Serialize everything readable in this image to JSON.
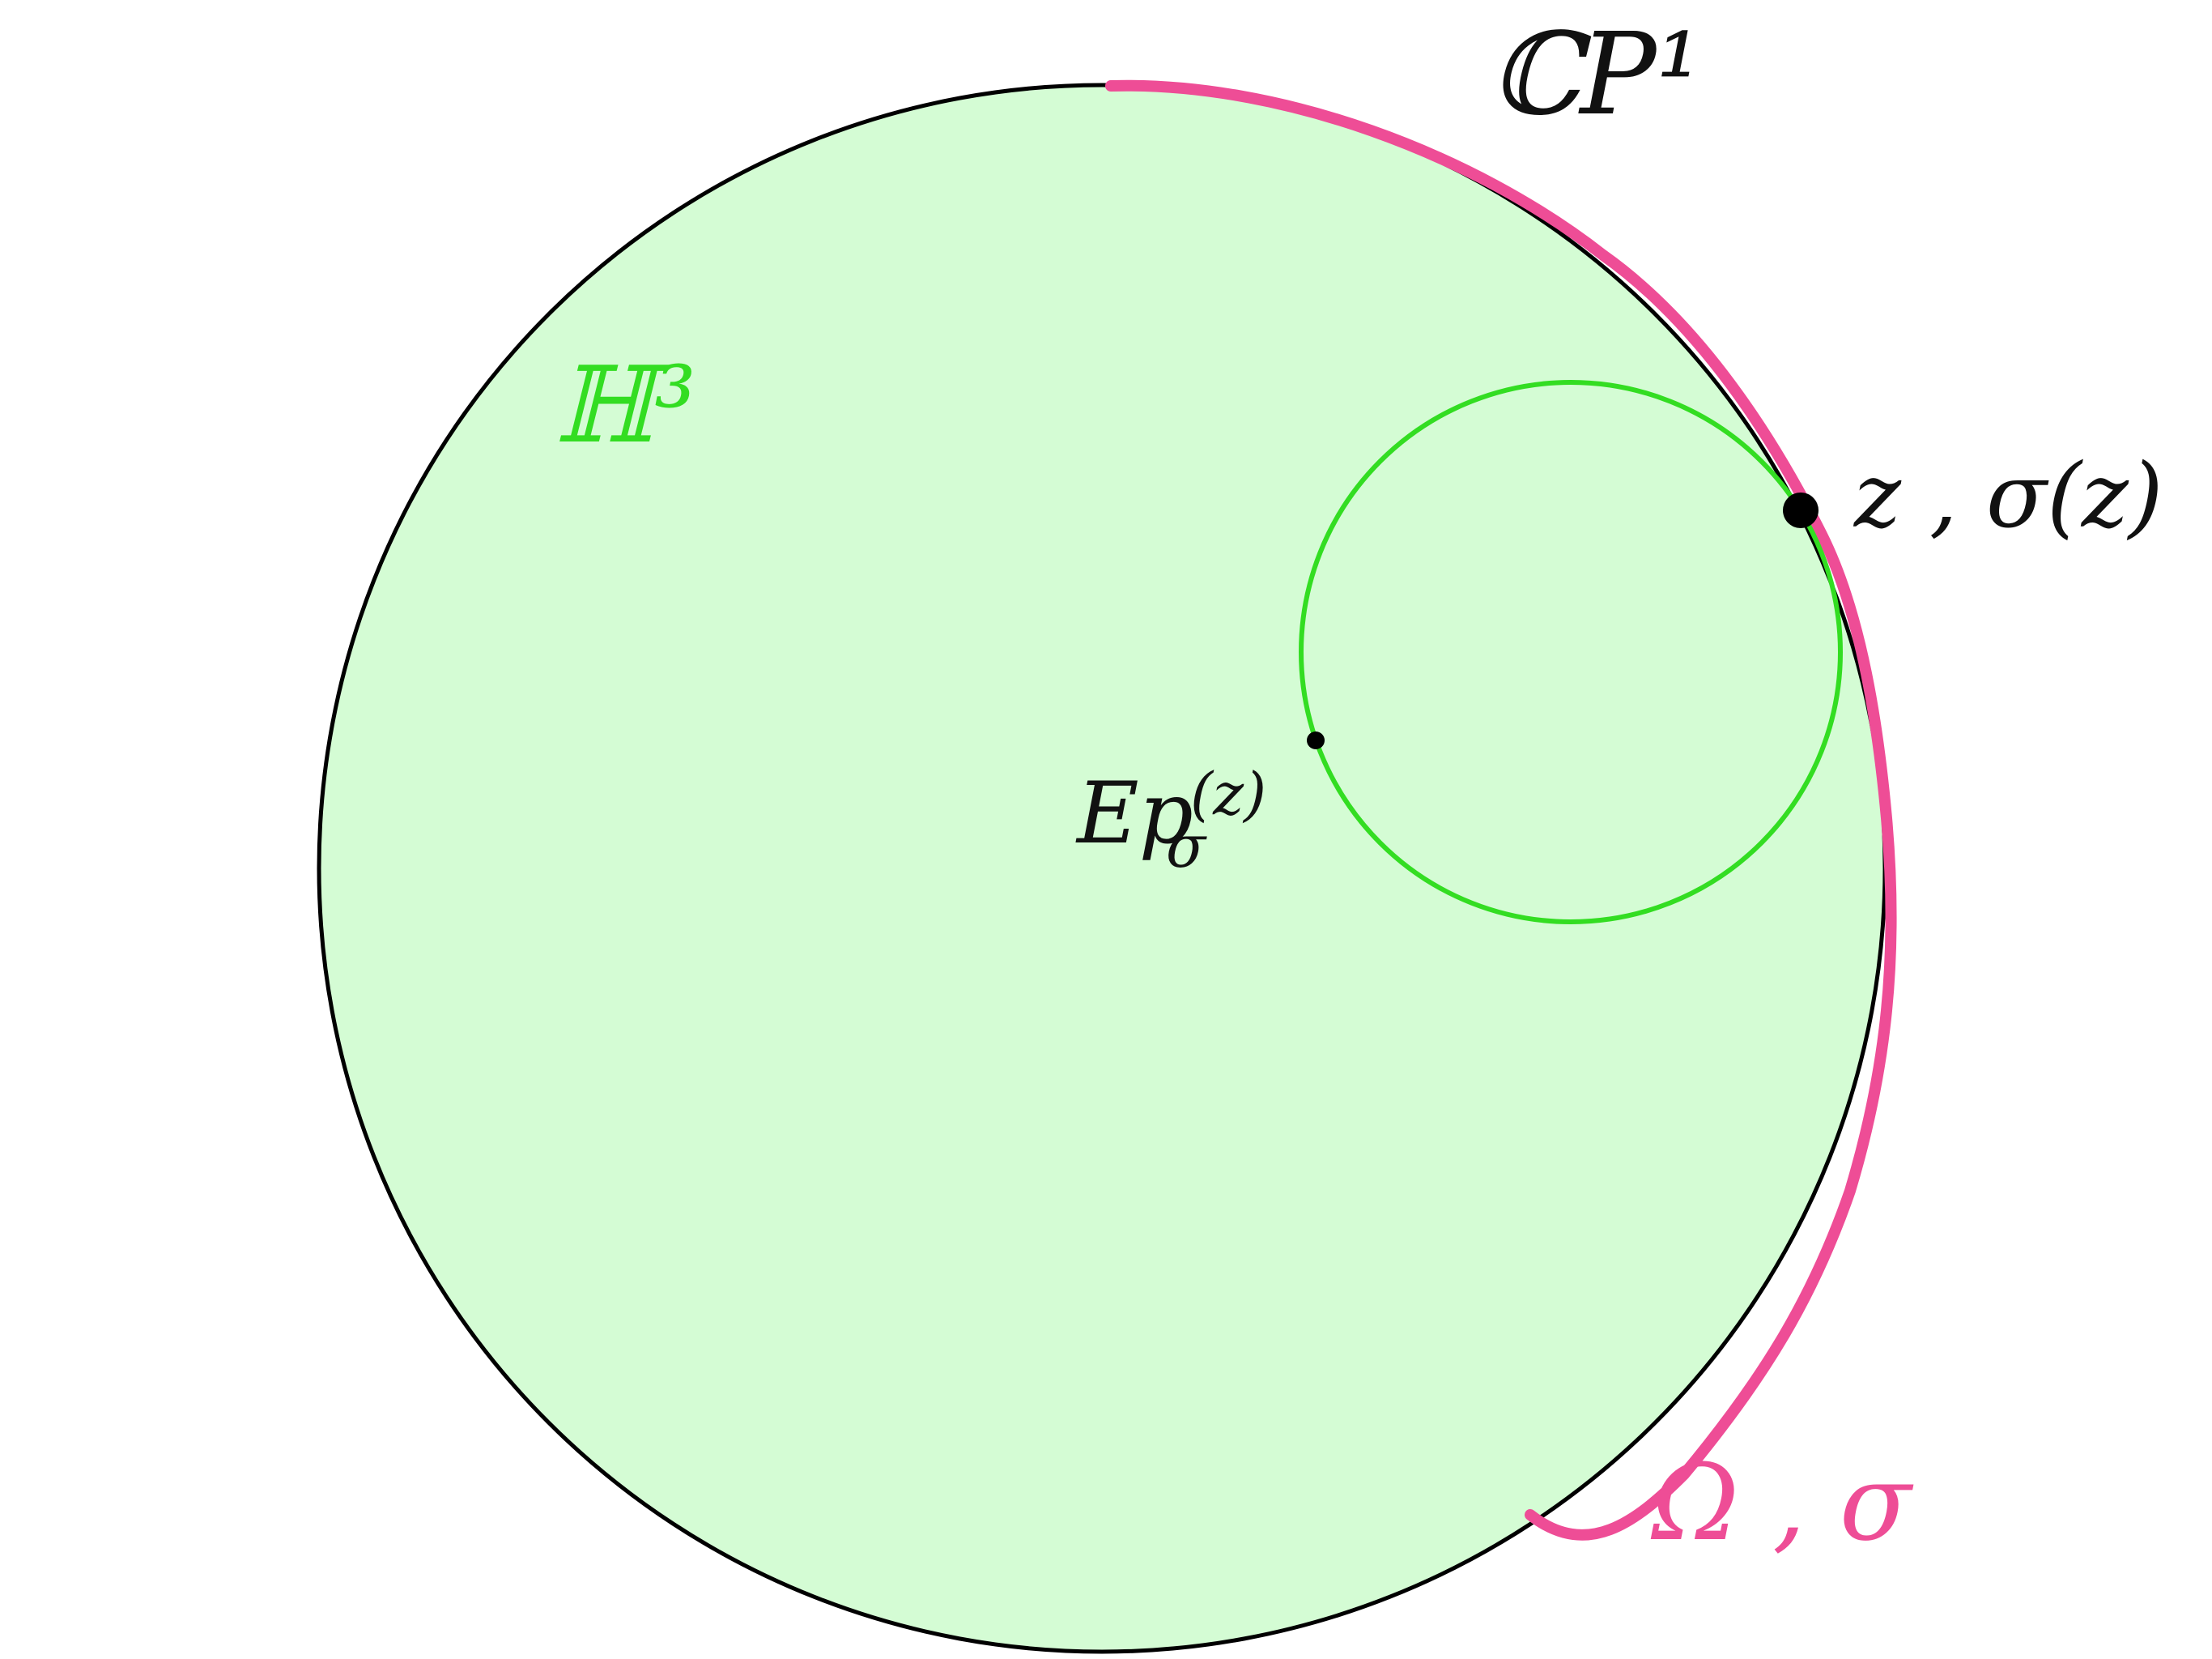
{
  "labels": {
    "outer_boundary": "ℂP¹",
    "hyperbolic_space": "ℍ³",
    "point": "z , σ(z)",
    "epstein_point": "Ep",
    "epstein_point_sub": "σ",
    "epstein_point_sup": "(z)",
    "domain": "Ω , σ"
  },
  "colors": {
    "background": "#ffffff",
    "ball_fill": "#d4fcd4",
    "ball_outline": "#000000",
    "horosphere": "#33dd22",
    "domain_arc": "#ee4d96",
    "label_green": "#33dd22",
    "label_pink": "#ee4d96",
    "label_black": "#111111",
    "point": "#000000"
  }
}
